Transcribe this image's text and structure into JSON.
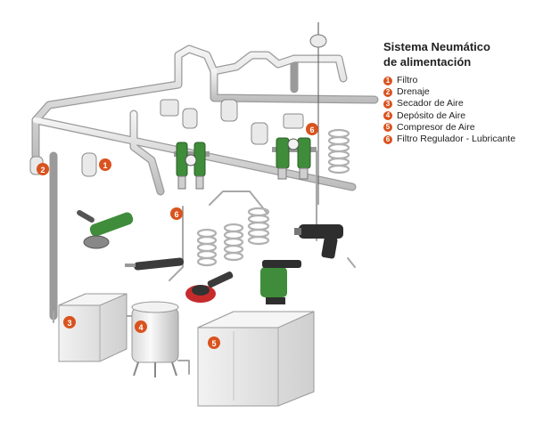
{
  "title_line1": "Sistema Neumático",
  "title_line2": "de alimentación",
  "accent_color": "#d9531e",
  "legend": [
    {
      "num": "1",
      "label": "Filtro"
    },
    {
      "num": "2",
      "label": "Drenaje"
    },
    {
      "num": "3",
      "label": "Secador de Aire"
    },
    {
      "num": "4",
      "label": "Depósito de Aire"
    },
    {
      "num": "5",
      "label": "Compresor de Aire"
    },
    {
      "num": "6",
      "label": "Filtro Regulador - Lubricante"
    }
  ],
  "markers": {
    "m1": "1",
    "m2": "2",
    "m3": "3",
    "m4": "4",
    "m5": "5",
    "m6a": "6",
    "m6b": "6"
  },
  "icons": [
    "grinder-icon",
    "die-grinder-icon",
    "orbital-sander-icon",
    "rivet-gun-icon",
    "impact-wrench-icon",
    "balancer-icon"
  ]
}
